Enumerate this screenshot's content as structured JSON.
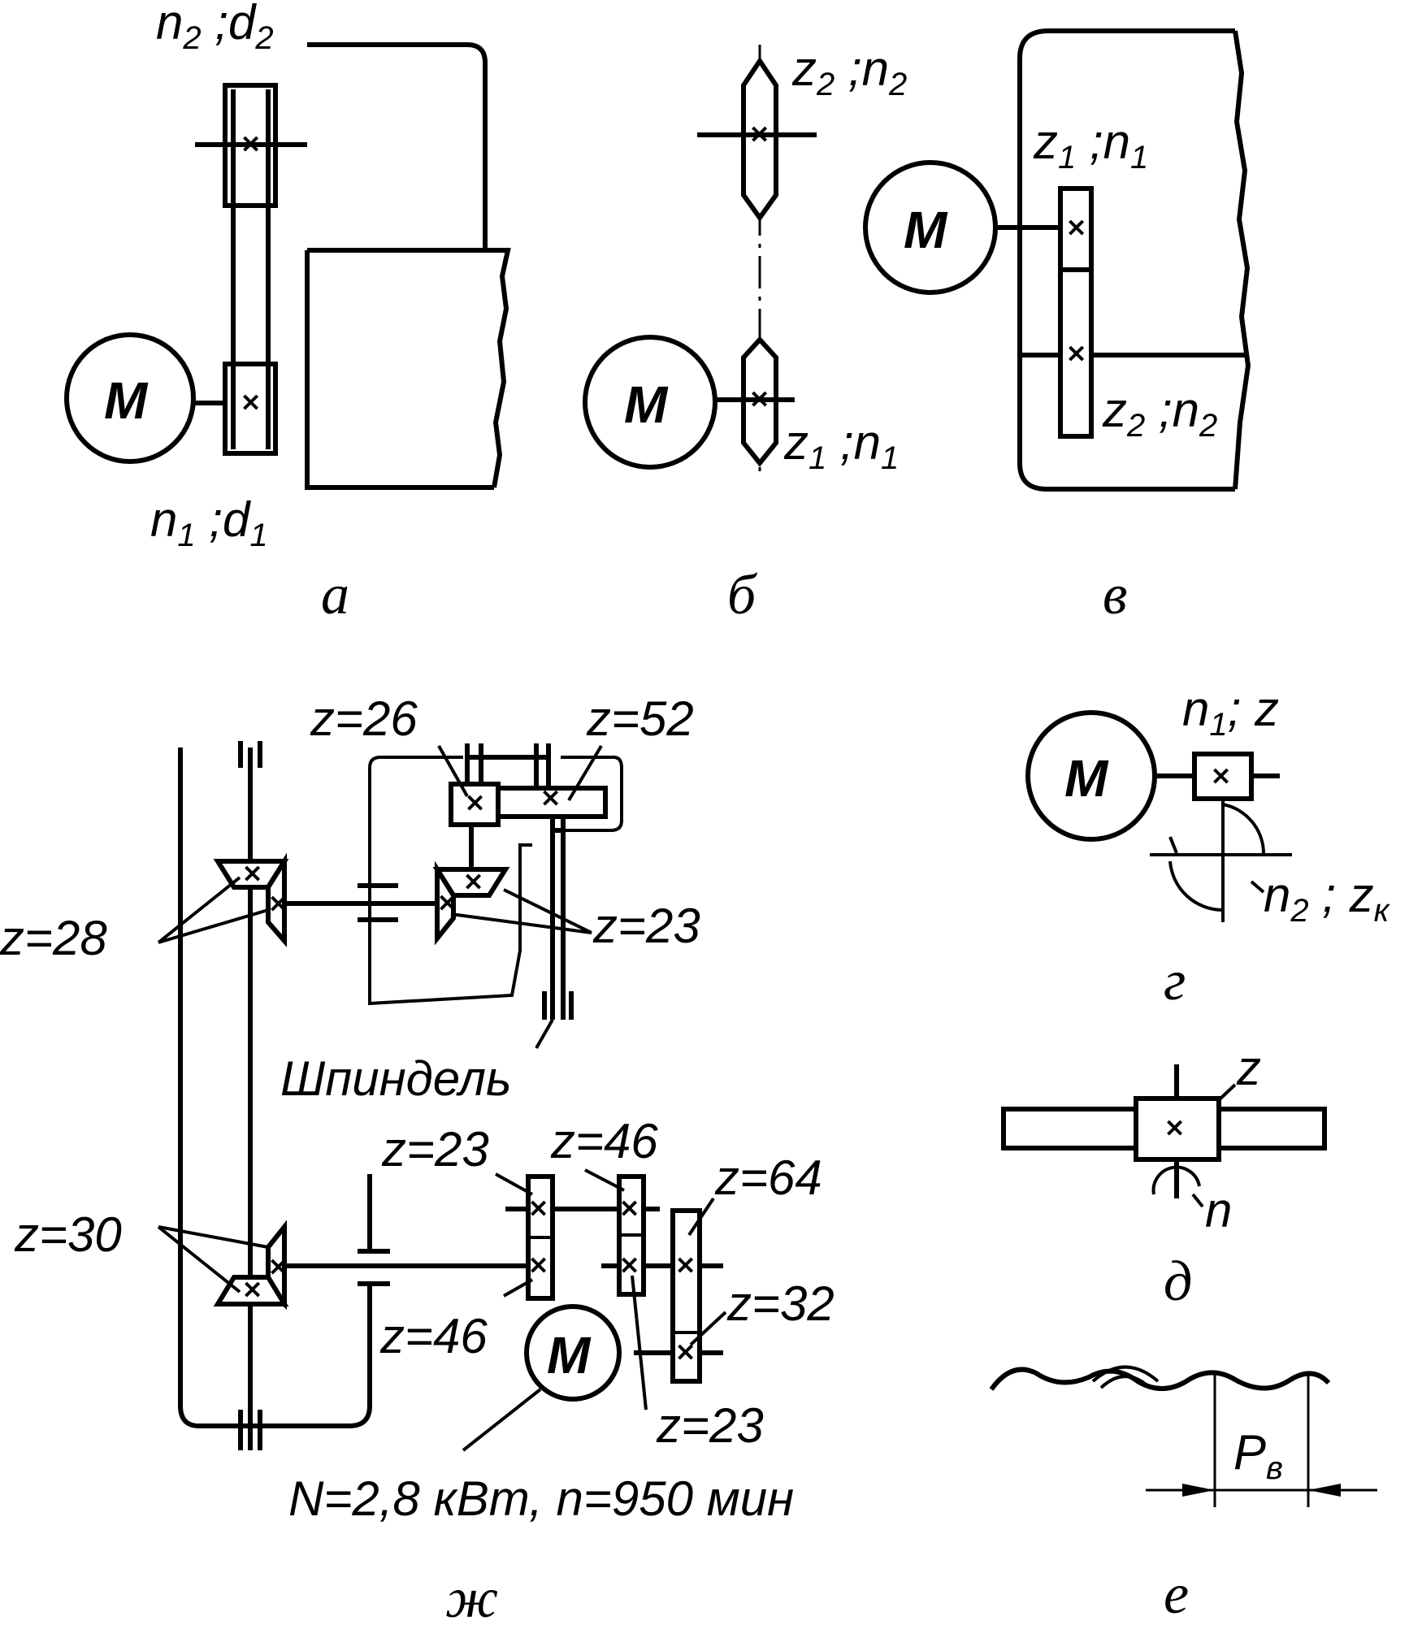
{
  "panels": {
    "a": {
      "caption": "а",
      "top_label": "n",
      "top_sub": "2",
      "top_rest": " ;d",
      "top_sub2": "2",
      "bottom_label": "n",
      "bottom_sub": "1",
      "bottom_rest": " ;d",
      "bottom_sub2": "1",
      "motor": "M"
    },
    "b": {
      "caption": "б",
      "top_label": "z",
      "top_sub": "2",
      "top_rest": " ;n",
      "top_sub2": "2",
      "bottom_label": "z",
      "bottom_sub": "1",
      "bottom_rest": " ;n",
      "bottom_sub2": "1",
      "motor": "M"
    },
    "v": {
      "caption": "в",
      "top_label": "z",
      "top_sub": "1",
      "top_rest": " ;n",
      "top_sub2": "1",
      "bottom_label": "z",
      "bottom_sub": "2",
      "bottom_rest": " ;n",
      "bottom_sub2": "2",
      "motor": "M"
    },
    "g": {
      "caption": "г",
      "top_label": "n",
      "top_sub": "1",
      "top_rest": "; z",
      "bottom_label": "n",
      "bottom_sub": "2",
      "bottom_rest": " ; z",
      "bottom_sub2": "к",
      "motor": "M"
    },
    "d": {
      "caption": "д",
      "z_label": "z",
      "n_label": "n"
    },
    "e": {
      "caption": "е",
      "p_label": "P",
      "p_sub": "в"
    },
    "zh": {
      "caption": "ж",
      "motor": "M",
      "spindle": "Шпиндель",
      "motor_spec": "N=2,8 кВт, n=950 мин",
      "gears": {
        "z26": "z=26",
        "z52": "z=52",
        "z28": "z=28",
        "z23a": "z=23",
        "z23b": "z=23",
        "z46a": "z=46",
        "z64": "z=64",
        "z30": "z=30",
        "z32": "z=32",
        "z46b": "z=46",
        "z23c": "z=23"
      }
    }
  }
}
